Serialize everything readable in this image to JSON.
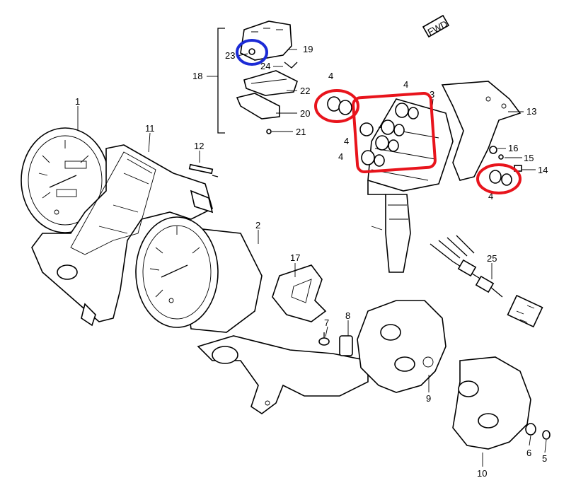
{
  "fwd_label": "FWD",
  "callouts": {
    "c1": "1",
    "c2": "2",
    "c3": "3",
    "c4a": "4",
    "c4b": "4",
    "c4c": "4",
    "c4d": "4",
    "c4e": "4",
    "c5": "5",
    "c6": "6",
    "c7": "7",
    "c8": "8",
    "c9": "9",
    "c10": "10",
    "c11": "11",
    "c12": "12",
    "c13": "13",
    "c14": "14",
    "c15": "15",
    "c16": "16",
    "c17": "17",
    "c18": "18",
    "c19": "19",
    "c20": "20",
    "c21": "21",
    "c22": "22",
    "c23": "23",
    "c24": "24",
    "c25": "25"
  },
  "highlight_colors": {
    "red": "#e8141c",
    "blue": "#1c2bd6"
  }
}
